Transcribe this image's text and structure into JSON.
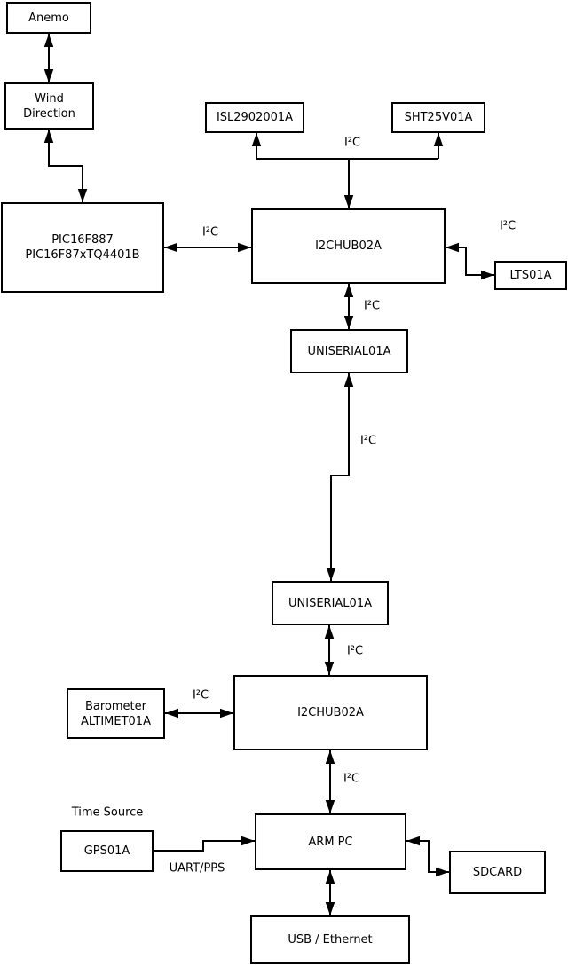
{
  "colors": {
    "background": "#ffffff",
    "line": "#000000",
    "box_fill": "#ffffff",
    "text": "#000000"
  },
  "nodes": {
    "anemo": {
      "label": "Anemo"
    },
    "wind_direction": {
      "line1": "Wind",
      "line2": "Direction"
    },
    "pic": {
      "line1": "PIC16F887",
      "line2": "PIC16F87xTQ4401B"
    },
    "isl": {
      "label": "ISL2902001A"
    },
    "sht": {
      "label": "SHT25V01A"
    },
    "i2c_hub_top": {
      "label": "I2CHUB02A"
    },
    "lts": {
      "label": "LTS01A"
    },
    "uniserial_top": {
      "label": "UNISERIAL01A"
    },
    "uniserial_bottom": {
      "label": "UNISERIAL01A"
    },
    "barometer": {
      "line1": "Barometer",
      "line2": "ALTIMET01A"
    },
    "i2c_hub_bottom": {
      "label": "I2CHUB02A"
    },
    "gps": {
      "label": "GPS01A"
    },
    "arm_pc": {
      "label": "ARM PC"
    },
    "sdcard": {
      "label": "SDCARD"
    },
    "usb_ethernet": {
      "label": "USB / Ethernet"
    }
  },
  "edge_labels": {
    "i2c_sensor_bus": "I²C",
    "i2c_pic_link": "I²C",
    "i2c_lts_link": "I²C",
    "i2c_hub_uniserial": "I²C",
    "i2c_long_link": "I²C",
    "i2c_uniserial_hub": "I²C",
    "i2c_barometer_link": "I²C",
    "i2c_hub_armpc": "I²C",
    "uart_pps": "UART/PPS",
    "time_source": "Time Source"
  }
}
